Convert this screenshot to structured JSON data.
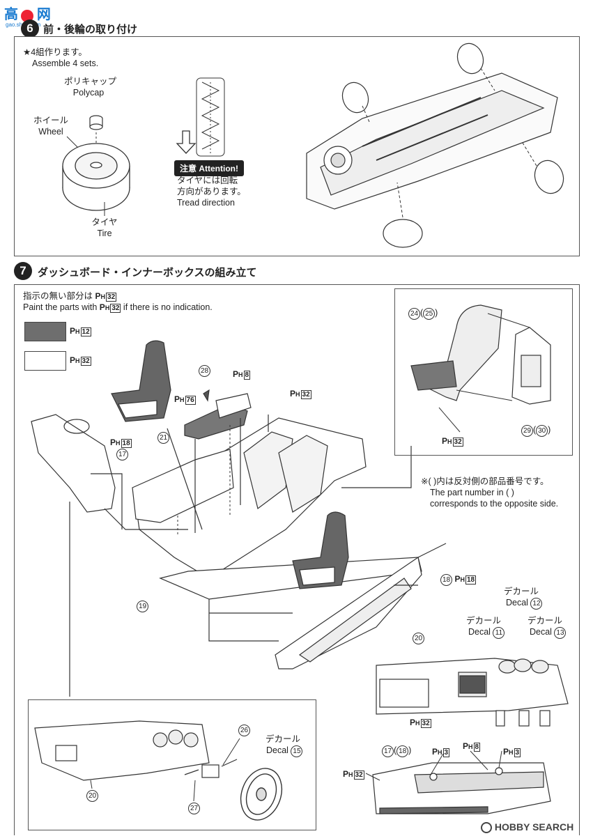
{
  "watermark": {
    "top_logo": "高",
    "top_logo2": "网",
    "top_url": "gao.shop.com",
    "bottom": "HOBBY SEARCH"
  },
  "step6": {
    "number": "6",
    "title": "前・後輪の取り付け",
    "note_ja": "★4組作ります。",
    "note_en": "Assemble 4 sets.",
    "polycap_ja": "ポリキャップ",
    "polycap_en": "Polycap",
    "wheel_ja": "ホイール",
    "wheel_en": "Wheel",
    "tire_ja": "タイヤ",
    "tire_en": "Tire",
    "attention": "注意 Attention!",
    "tread_ja1": "タイヤには回転",
    "tread_ja2": "方向があります。",
    "tread_en": "Tread direction"
  },
  "step7": {
    "number": "7",
    "title": "ダッシュボード・インナーボックスの組み立て",
    "instr_ja": "指示の無い部分は",
    "instr_en_a": "Paint the parts with",
    "instr_en_b": "if there is no indication.",
    "paint_prefix": "P",
    "paint_sub": "H",
    "default_paint": "32",
    "legend": [
      {
        "code": "12",
        "color": "#6e6e6e"
      },
      {
        "code": "32",
        "color": "#ffffff"
      }
    ],
    "opposite_note_ja": "※(  )内は反対側の部品番号です。",
    "opposite_note_en1": "The part number in (   )",
    "opposite_note_en2": "corresponds to the opposite side.",
    "decal_ja": "デカール",
    "decal_en": "Decal",
    "parts": {
      "p28": "28",
      "p21": "21",
      "p17": "17",
      "p19": "19",
      "p18": "18",
      "p24": "24",
      "p25": "25",
      "p29": "29",
      "p30": "30",
      "p20": "20",
      "p26": "26",
      "p27": "27",
      "p11": "11",
      "p12": "12",
      "p13": "13",
      "p15": "15"
    },
    "paint_codes": {
      "c8": "8",
      "c76": "76",
      "c32": "32",
      "c18": "18",
      "c3": "3"
    }
  }
}
